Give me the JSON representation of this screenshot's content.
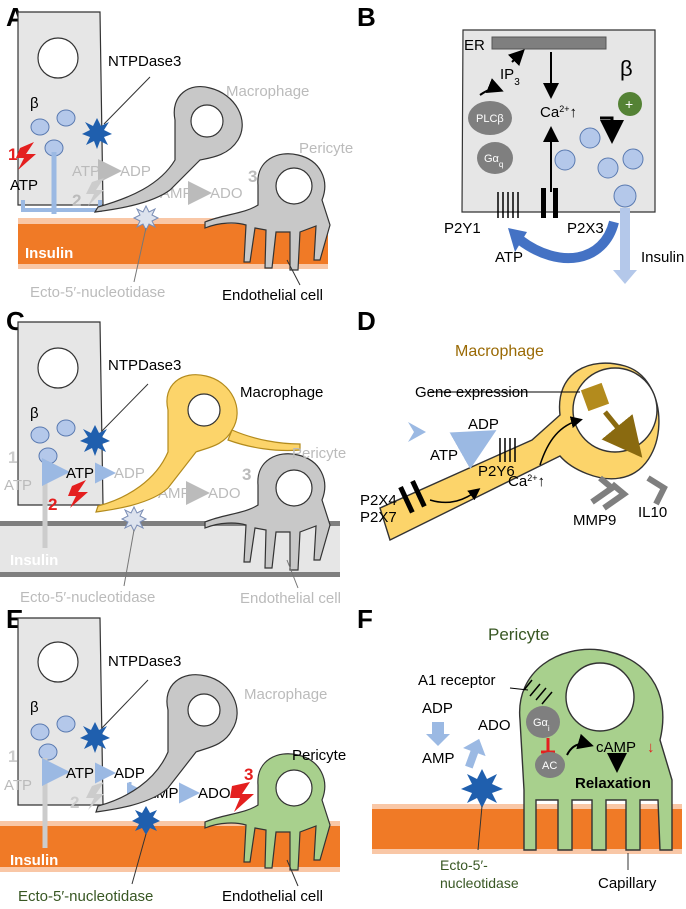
{
  "colors": {
    "vessel": "#f07a26",
    "vessel_edge": "#f9c7a6",
    "cell_grey": "#c8c8c8",
    "beta_cell": "#e6e6e6",
    "macrophage": "#fcd46a",
    "pericyte": "#a8d08d",
    "granule": "#b4c8ea",
    "ntpdase": "#1f5fae",
    "red": "#e41f1f",
    "arrow_blue": "#9bb9e3",
    "faded": "#bbbbbb",
    "green_dark": "#385723",
    "macrophage_label": "#9a6a05"
  },
  "panels": {
    "A": {
      "letter": "A",
      "beta": "β",
      "ntpdase": "NTPDase3",
      "macrophage": "Macrophage",
      "pericyte": "Pericyte",
      "step1": "1",
      "step2": "2",
      "step3": "3",
      "atp": "ATP",
      "atp_row": "ATP",
      "adp_row": "ADP",
      "amp_row": "AMP",
      "ado_row": "ADO",
      "insulin": "Insulin",
      "ecto": "Ecto-5′-nucleotidase",
      "endothelial": "Endothelial cell"
    },
    "B": {
      "letter": "B",
      "er": "ER",
      "ip3": "IP",
      "ip3_sub": "3",
      "beta": "β",
      "plus": "+",
      "plcb": "PLCβ",
      "gaq": "Gα",
      "gaq_sub": "q",
      "ca": "Ca",
      "ca_sup": "2+",
      "up_arrow": "↑",
      "p2y1": "P2Y1",
      "p2x3": "P2X3",
      "atp": "ATP",
      "insulin": "Insulin"
    },
    "C": {
      "letter": "C",
      "beta": "β",
      "ntpdase": "NTPDase3",
      "macrophage": "Macrophage",
      "pericyte": "Pericyte",
      "step1": "1",
      "step2": "2",
      "step3": "3",
      "atp_faded": "ATP",
      "atp": "ATP",
      "adp": "ADP",
      "amp": "AMP",
      "ado": "ADO",
      "insulin": "Insulin",
      "ecto": "Ecto-5′-nucleotidase",
      "endothelial": "Endothelial cell"
    },
    "D": {
      "letter": "D",
      "title": "Macrophage",
      "gene": "Gene expression",
      "atp": "ATP",
      "adp": "ADP",
      "p2y6": "P2Y6",
      "p2x4": "P2X4",
      "p2x7": "P2X7",
      "ca": "Ca",
      "ca_sup": "2+",
      "up_arrow": "↑",
      "mmp9": "MMP9",
      "il10": "IL10"
    },
    "E": {
      "letter": "E",
      "beta": "β",
      "ntpdase": "NTPDase3",
      "macrophage": "Macrophage",
      "pericyte": "Pericyte",
      "step1": "1",
      "step2": "2",
      "step3": "3",
      "atp_faded": "ATP",
      "atp": "ATP",
      "adp": "ADP",
      "amp": "AMP",
      "ado": "ADO",
      "insulin": "Insulin",
      "ecto": "Ecto-5′-nucleotidase",
      "endothelial": "Endothelial cell"
    },
    "F": {
      "letter": "F",
      "title": "Pericyte",
      "a1": "A1 receptor",
      "adp": "ADP",
      "amp": "AMP",
      "ado": "ADO",
      "gai": "Gα",
      "gai_sub": "i",
      "ac": "AC",
      "camp": "cAMP",
      "down_arrow": "↓",
      "relax": "Relaxation",
      "ecto1": "Ecto-5′-",
      "ecto2": "nucleotidase",
      "capillary": "Capillary"
    }
  }
}
